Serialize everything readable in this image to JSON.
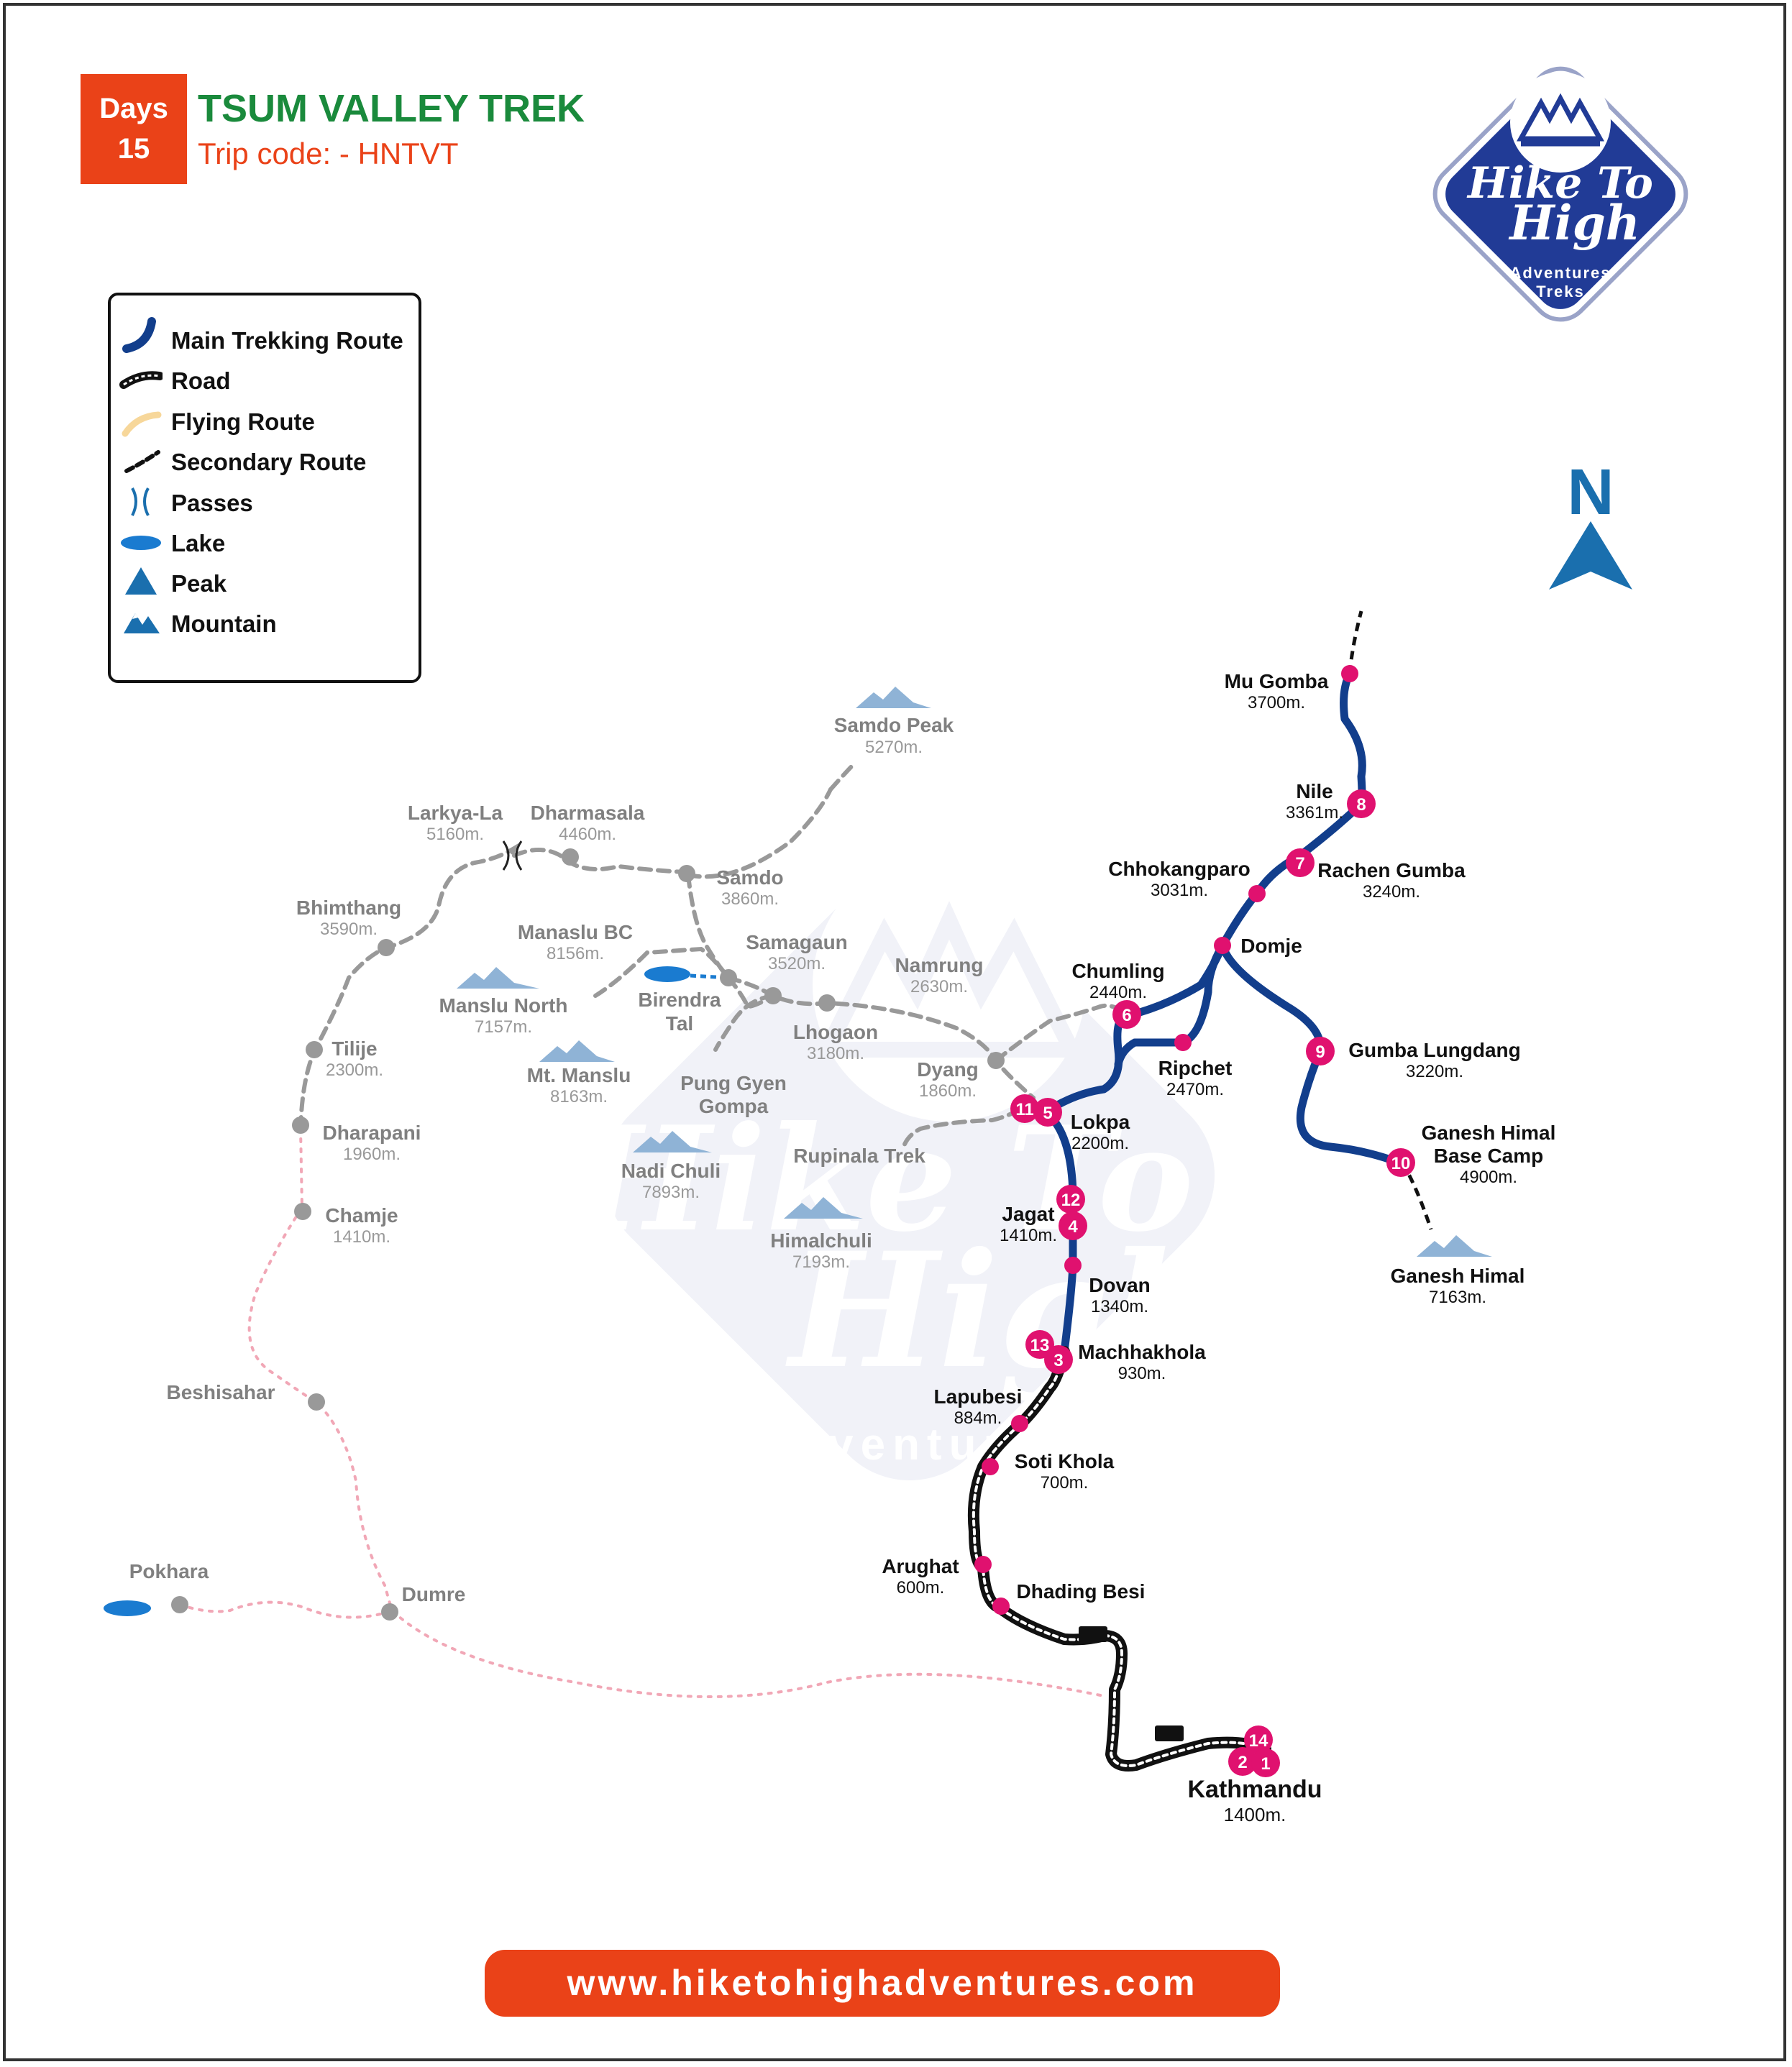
{
  "header": {
    "days_label": "Days",
    "days_value": "15",
    "title": "TSUM VALLEY TREK",
    "trip_code": "Trip code: - HNTVT"
  },
  "logo": {
    "line1": "Hike To",
    "line2": "High",
    "line3": "Adventures",
    "line4": "Treks",
    "color": "#213b96"
  },
  "legend": {
    "items": [
      {
        "label": "Main Trekking Route",
        "icon": "main-route-icon"
      },
      {
        "label": "Road",
        "icon": "road-icon"
      },
      {
        "label": "Flying Route",
        "icon": "flying-route-icon"
      },
      {
        "label": "Secondary Route",
        "icon": "secondary-route-icon"
      },
      {
        "label": "Passes",
        "icon": "pass-icon"
      },
      {
        "label": "Lake",
        "icon": "lake-icon"
      },
      {
        "label": "Peak",
        "icon": "peak-icon"
      },
      {
        "label": "Mountain",
        "icon": "mountain-icon"
      }
    ]
  },
  "compass": {
    "label": "N",
    "color": "#1a6fae"
  },
  "watermark": {
    "line1": "Hike To",
    "line2": "High",
    "line3": "Adventures",
    "line4": "Trek"
  },
  "colors": {
    "main_route": "#123e8c",
    "stop_marker": "#e0116f",
    "secondary": "#999999",
    "accent": "#ea4218",
    "title_green": "#1a8a3c"
  },
  "places": {
    "mu_gomba": {
      "name": "Mu Gomba",
      "alt": "3700m."
    },
    "nile": {
      "name": "Nile",
      "alt": "3361m."
    },
    "chhokangparo": {
      "name": "Chhokangparo",
      "alt": "3031m."
    },
    "rachen_gumba": {
      "name": "Rachen Gumba",
      "alt": "3240m."
    },
    "domje": {
      "name": "Domje"
    },
    "chumling": {
      "name": "Chumling",
      "alt": "2440m."
    },
    "ripchet": {
      "name": "Ripchet",
      "alt": "2470m."
    },
    "gumba_lungdang": {
      "name": "Gumba Lungdang",
      "alt": "3220m."
    },
    "ganesh_bc": {
      "name1": "Ganesh Himal",
      "name2": "Base Camp",
      "alt": "4900m."
    },
    "ganesh_himal": {
      "name": "Ganesh Himal",
      "alt": "7163m."
    },
    "lokpa": {
      "name": "Lokpa",
      "alt": "2200m."
    },
    "jagat": {
      "name": "Jagat",
      "alt": "1410m."
    },
    "dovan": {
      "name": "Dovan",
      "alt": "1340m."
    },
    "machhakhola": {
      "name": "Machhakhola",
      "alt": "930m."
    },
    "lapubesi": {
      "name": "Lapubesi",
      "alt": "884m."
    },
    "soti_khola": {
      "name": "Soti Khola",
      "alt": "700m."
    },
    "arughat": {
      "name": "Arughat",
      "alt": "600m."
    },
    "dhading_besi": {
      "name": "Dhading Besi"
    },
    "kathmandu": {
      "name": "Kathmandu",
      "alt": "1400m."
    },
    "samdo_peak": {
      "name": "Samdo Peak",
      "alt": "5270m."
    },
    "larkya_la": {
      "name": "Larkya-La",
      "alt": "5160m."
    },
    "dharmasala": {
      "name": "Dharmasala",
      "alt": "4460m."
    },
    "samdo": {
      "name": "Samdo",
      "alt": "3860m."
    },
    "bhimthang": {
      "name": "Bhimthang",
      "alt": "3590m."
    },
    "manaslu_bc": {
      "name": "Manaslu BC",
      "alt": "8156m."
    },
    "samagaun": {
      "name": "Samagaun",
      "alt": "3520m."
    },
    "namrung": {
      "name": "Namrung",
      "alt": "2630m."
    },
    "manslu_north": {
      "name": "Manslu North",
      "alt": "7157m."
    },
    "birendra_tal": {
      "name1": "Birendra",
      "name2": "Tal"
    },
    "lhogaon": {
      "name": "Lhogaon",
      "alt": "3180m."
    },
    "tilije": {
      "name": "Tilije",
      "alt": "2300m."
    },
    "mt_manslu": {
      "name": "Mt. Manslu",
      "alt": "8163m."
    },
    "pung_gyen": {
      "name1": "Pung Gyen",
      "name2": "Gompa"
    },
    "dyang": {
      "name": "Dyang",
      "alt": "1860m."
    },
    "dharapani": {
      "name": "Dharapani",
      "alt": "1960m."
    },
    "rupinala": {
      "name": "Rupinala Trek"
    },
    "nadi_chuli": {
      "name": "Nadi Chuli",
      "alt": "7893m."
    },
    "chamje": {
      "name": "Chamje",
      "alt": "1410m."
    },
    "himalchuli": {
      "name": "Himalchuli",
      "alt": "7193m."
    },
    "beshisahar": {
      "name": "Beshisahar"
    },
    "pokhara": {
      "name": "Pokhara"
    },
    "dumre": {
      "name": "Dumre"
    }
  },
  "day_markers": [
    "1",
    "2",
    "3",
    "4",
    "5",
    "6",
    "7",
    "8",
    "9",
    "10",
    "11",
    "12",
    "13",
    "14"
  ],
  "website": "www.hiketohighadventures.com"
}
